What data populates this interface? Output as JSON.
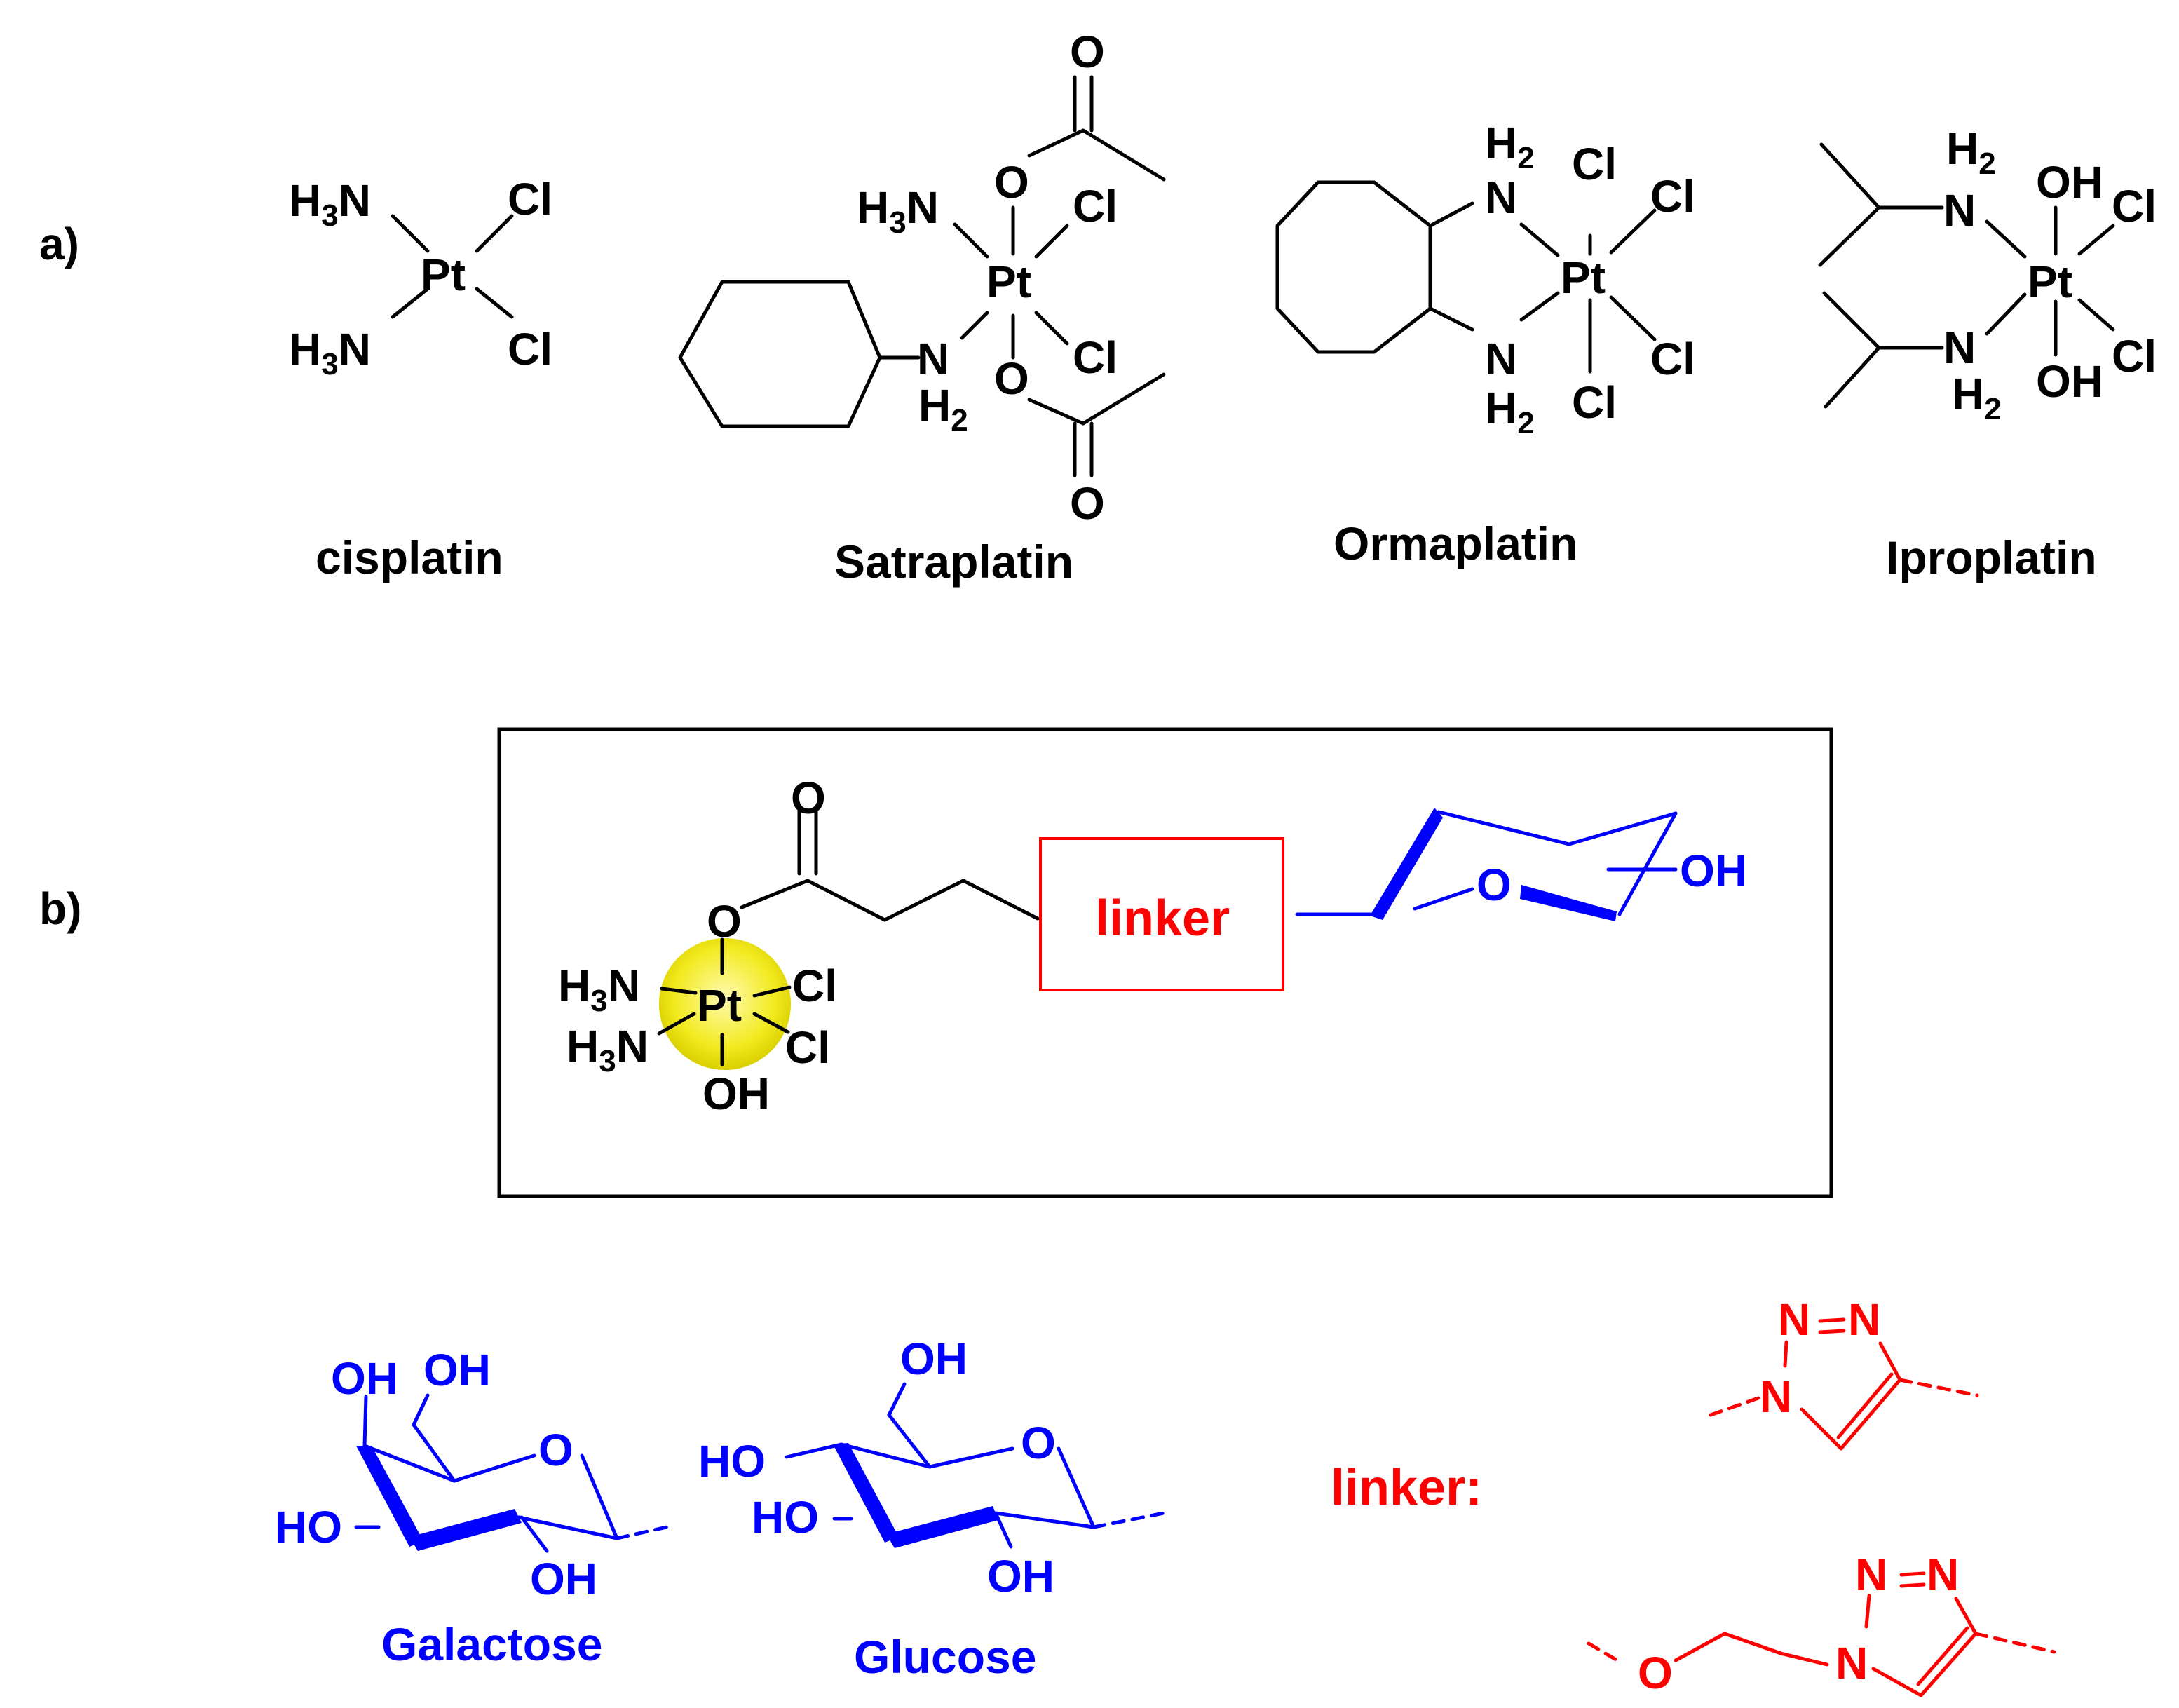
{
  "panel_a": {
    "label": "a)",
    "compounds": [
      {
        "name": "cisplatin"
      },
      {
        "name": "Satraplatin"
      },
      {
        "name": "Ormaplatin"
      },
      {
        "name": "Iproplatin"
      }
    ]
  },
  "panel_b": {
    "label": "b)",
    "linker_box_text": "linker"
  },
  "sugars": [
    {
      "name": "Galactose"
    },
    {
      "name": "Glucose"
    }
  ],
  "linker_legend": {
    "label": "linker:"
  },
  "atoms": {
    "pt": "Pt",
    "cl": "Cl",
    "n": "N",
    "o": "O",
    "oh": "OH",
    "ho": "HO",
    "h": "H",
    "sub3": "3",
    "sub2": "2"
  },
  "colors": {
    "black": "#000000",
    "sugar_blue": "#0000ff",
    "linker_red": "#ff0000",
    "pt_highlight": "#f2ea1e"
  }
}
